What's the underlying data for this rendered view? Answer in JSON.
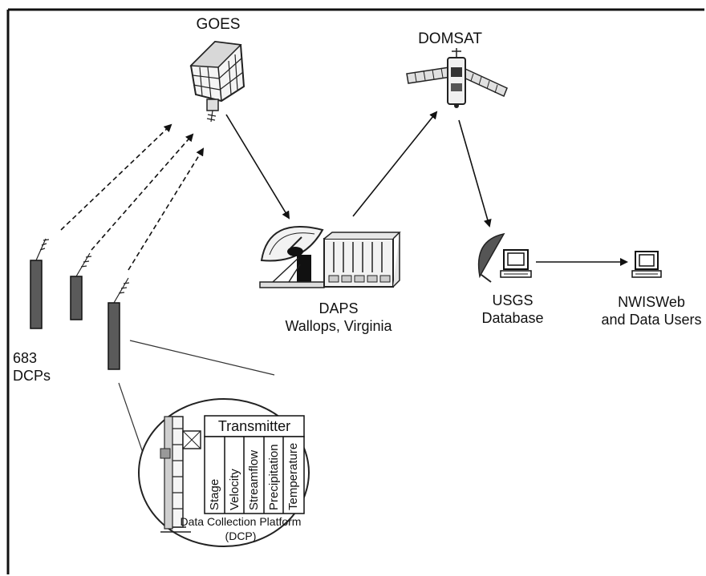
{
  "diagram": {
    "nodes": {
      "goes": {
        "label": "GOES",
        "icon": "satellite-icon"
      },
      "domsat": {
        "label": "DOMSAT",
        "icon": "satellite-icon"
      },
      "daps": {
        "label_line1": "DAPS",
        "label_line2": "Wallops, Virginia",
        "icon": "ground-station-icon"
      },
      "usgs": {
        "label_line1": "USGS",
        "label_line2": "Database",
        "icon": "computer-icon"
      },
      "nwis": {
        "label_line1": "NWISWeb",
        "label_line2": "and Data Users",
        "icon": "computer-icon"
      },
      "dcps": {
        "label_line1": "683",
        "label_line2": "DCPs",
        "icon": "antenna-post-icon"
      }
    },
    "detail": {
      "transmitter_label": "Transmitter",
      "sensors": [
        "Stage",
        "Velocity",
        "Streamflow",
        "Precipitation",
        "Temperature"
      ],
      "caption_line1": "Data Collection Platform",
      "caption_line2": "(DCP)"
    },
    "edges": [
      {
        "from": "dcps",
        "to": "goes",
        "style": "dashed"
      },
      {
        "from": "goes",
        "to": "daps",
        "style": "solid"
      },
      {
        "from": "daps",
        "to": "domsat",
        "style": "solid"
      },
      {
        "from": "domsat",
        "to": "usgs",
        "style": "solid"
      },
      {
        "from": "usgs",
        "to": "nwis",
        "style": "solid"
      }
    ]
  },
  "colors": {
    "frame": "#111111",
    "line": "#111111",
    "post": "#5a5a5a",
    "detail_bg": "#ffffff"
  }
}
